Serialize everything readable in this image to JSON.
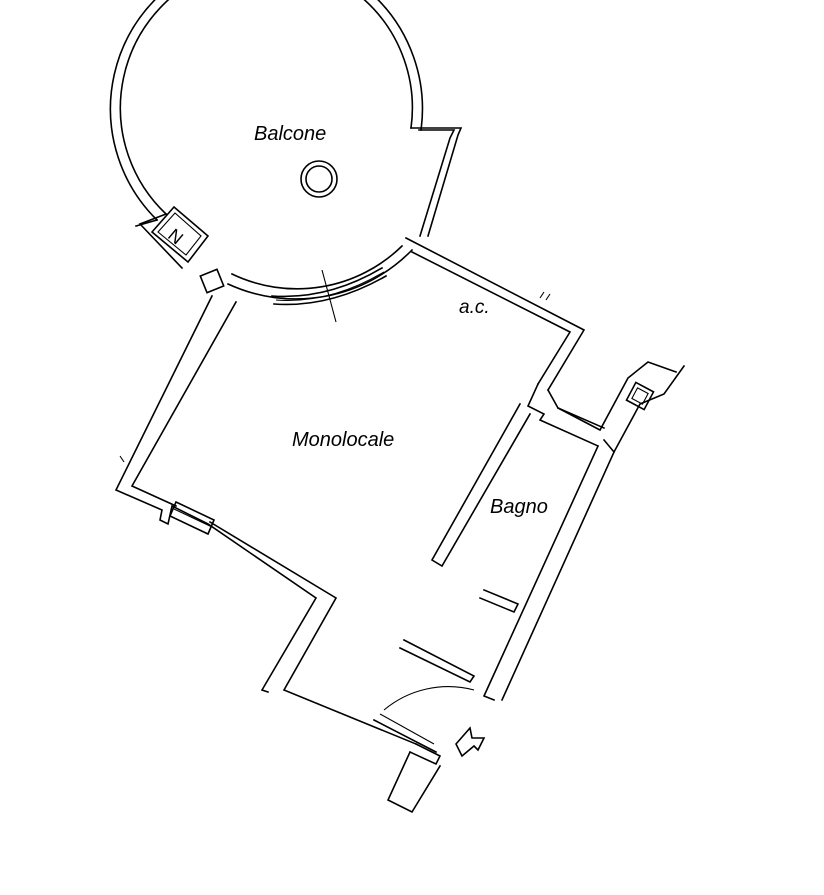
{
  "rooms": {
    "balcone": "Balcone",
    "monolocale": "Monolocale",
    "bagno": "Bagno",
    "ac": "a.c."
  },
  "markers": {
    "stair_marker": "N"
  },
  "colors": {
    "line": "#000000",
    "background": "#ffffff"
  }
}
